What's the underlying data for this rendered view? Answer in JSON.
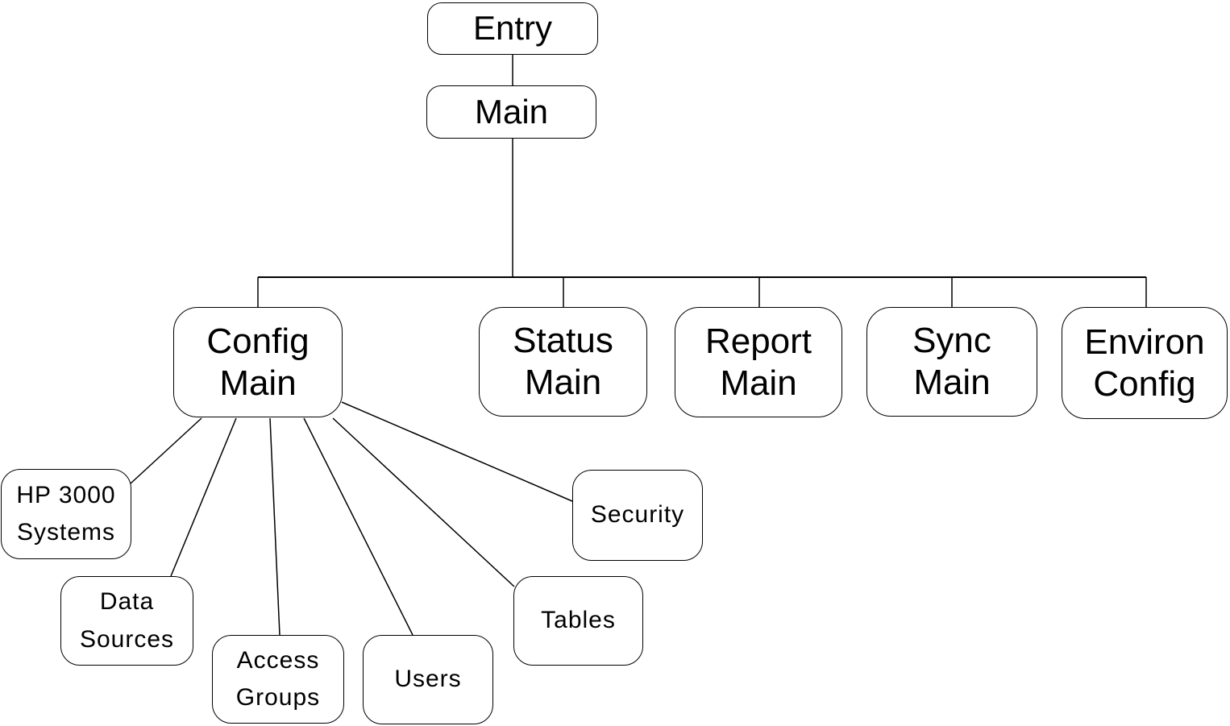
{
  "diagram": {
    "description": "Menu hierarchy tree of rounded boxes connected by lines",
    "colors": {
      "background": "#ffffff",
      "line": "#000000",
      "text": "#000000"
    },
    "nodes": {
      "entry": {
        "line1": "Entry"
      },
      "main": {
        "line1": "Main"
      },
      "config_main": {
        "line1": "Config",
        "line2": "Main"
      },
      "status_main": {
        "line1": "Status",
        "line2": "Main"
      },
      "report_main": {
        "line1": "Report",
        "line2": "Main"
      },
      "sync_main": {
        "line1": "Sync",
        "line2": "Main"
      },
      "environ_config": {
        "line1": "Environ",
        "line2": "Config"
      },
      "hp3000_systems": {
        "line1": "HP 3000",
        "line2": "Systems"
      },
      "data_sources": {
        "line1": "Data",
        "line2": "Sources"
      },
      "access_groups": {
        "line1": "Access",
        "line2": "Groups"
      },
      "users": {
        "line1": "Users"
      },
      "tables": {
        "line1": "Tables"
      },
      "security": {
        "line1": "Security"
      }
    },
    "edges": [
      {
        "from": "entry",
        "to": "main"
      },
      {
        "from": "main",
        "to": "config_main"
      },
      {
        "from": "main",
        "to": "status_main"
      },
      {
        "from": "main",
        "to": "report_main"
      },
      {
        "from": "main",
        "to": "sync_main"
      },
      {
        "from": "main",
        "to": "environ_config"
      },
      {
        "from": "config_main",
        "to": "hp3000_systems"
      },
      {
        "from": "config_main",
        "to": "data_sources"
      },
      {
        "from": "config_main",
        "to": "access_groups"
      },
      {
        "from": "config_main",
        "to": "users"
      },
      {
        "from": "config_main",
        "to": "tables"
      },
      {
        "from": "config_main",
        "to": "security"
      }
    ]
  }
}
